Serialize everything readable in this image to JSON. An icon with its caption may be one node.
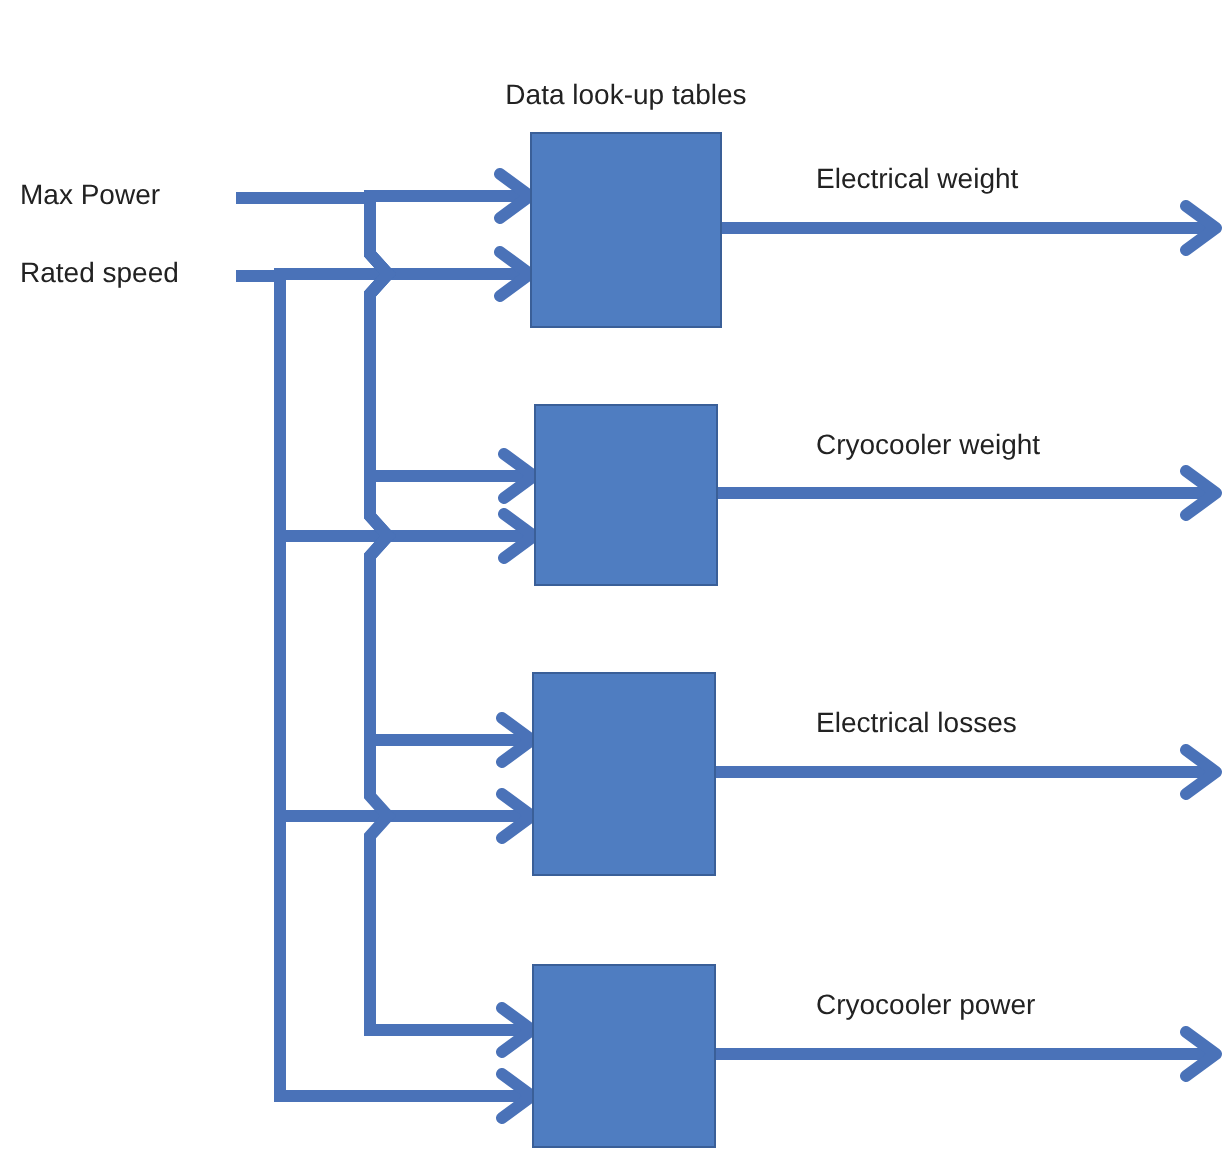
{
  "diagram": {
    "nodes": [
      {
        "text": [
          "Max Power"
        ]
      },
      {
        "text": [
          "Rated speed"
        ]
      },
      {
        "text": [
          "Data look-up tables"
        ]
      },
      {
        "text": [],
        "shape": "box"
      },
      {
        "text": [],
        "shape": "box"
      },
      {
        "text": [],
        "shape": "box"
      }
    ],
    "edges": [
      {
        "from": 0,
        "to": 2,
        "arrow": "to"
      },
      {
        "from": 1,
        "to": 2,
        "arrow": "to"
      },
      {
        "from": 0,
        "to": 3,
        "arrow": "to"
      },
      {
        "from": 1,
        "to": 3,
        "arrow": "to"
      },
      {
        "from": 0,
        "to": 4,
        "arrow": "to"
      },
      {
        "from": 1,
        "to": 4,
        "arrow": "to"
      },
      {
        "from": 0,
        "to": 5,
        "arrow": "to"
      },
      {
        "from": 1,
        "to": 5,
        "arrow": "to"
      },
      {
        "from": 2,
        "to": null,
        "label": "Electrical weight",
        "arrow": "to"
      },
      {
        "from": 3,
        "to": null,
        "label": "Cryocooler weight",
        "arrow": "to"
      },
      {
        "from": 4,
        "to": null,
        "label": "Electrical losses",
        "arrow": "to"
      },
      {
        "from": 5,
        "to": null,
        "label": "Cryocooler power",
        "arrow": "to"
      }
    ]
  }
}
